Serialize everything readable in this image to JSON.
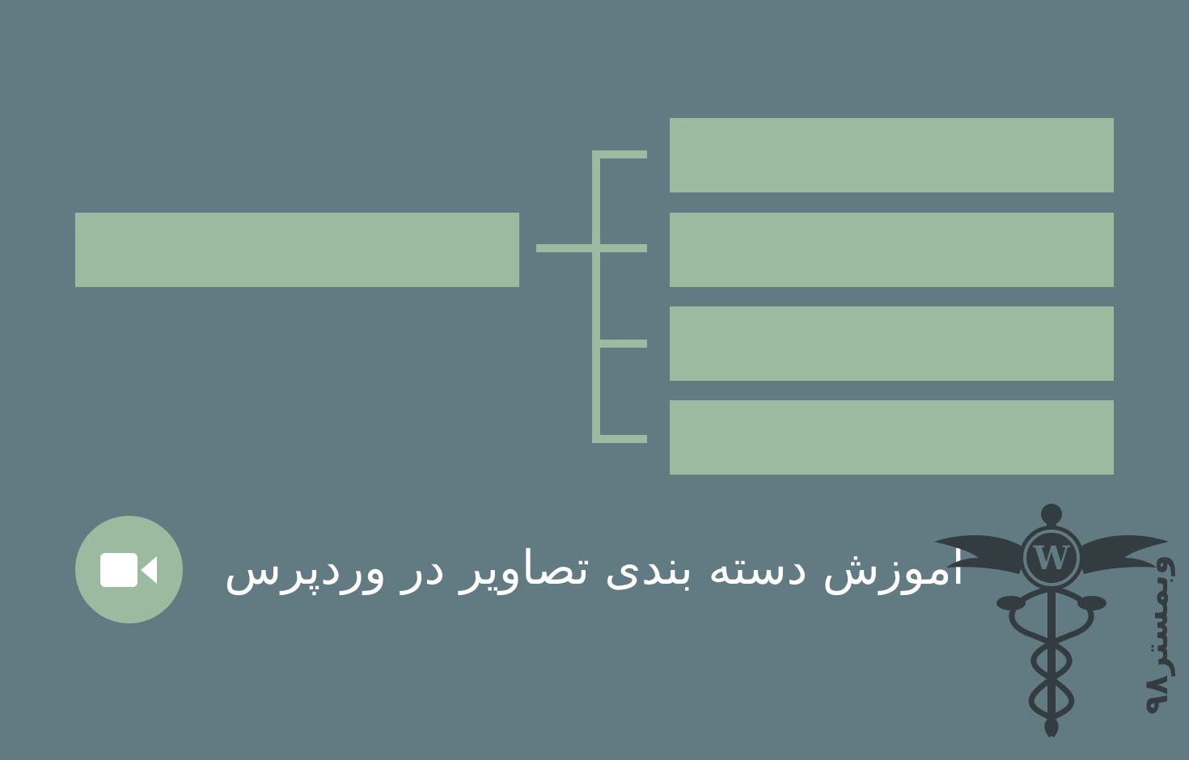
{
  "caption": {
    "title": "آموزش دسته بندی تصاویر در وردپرس"
  },
  "video_badge": {
    "icon": "video-camera-icon"
  },
  "diagram": {
    "parent_blocks": 1,
    "child_blocks": 4
  },
  "brand": {
    "logo_icon": "caduceus-wordpress-logo",
    "logo_letter": "W",
    "name": "وبمستر۹۸"
  },
  "colors": {
    "background": "#627a82",
    "accent": "#9cbaa0",
    "text": "#ffffff",
    "logo": "#333c40"
  }
}
